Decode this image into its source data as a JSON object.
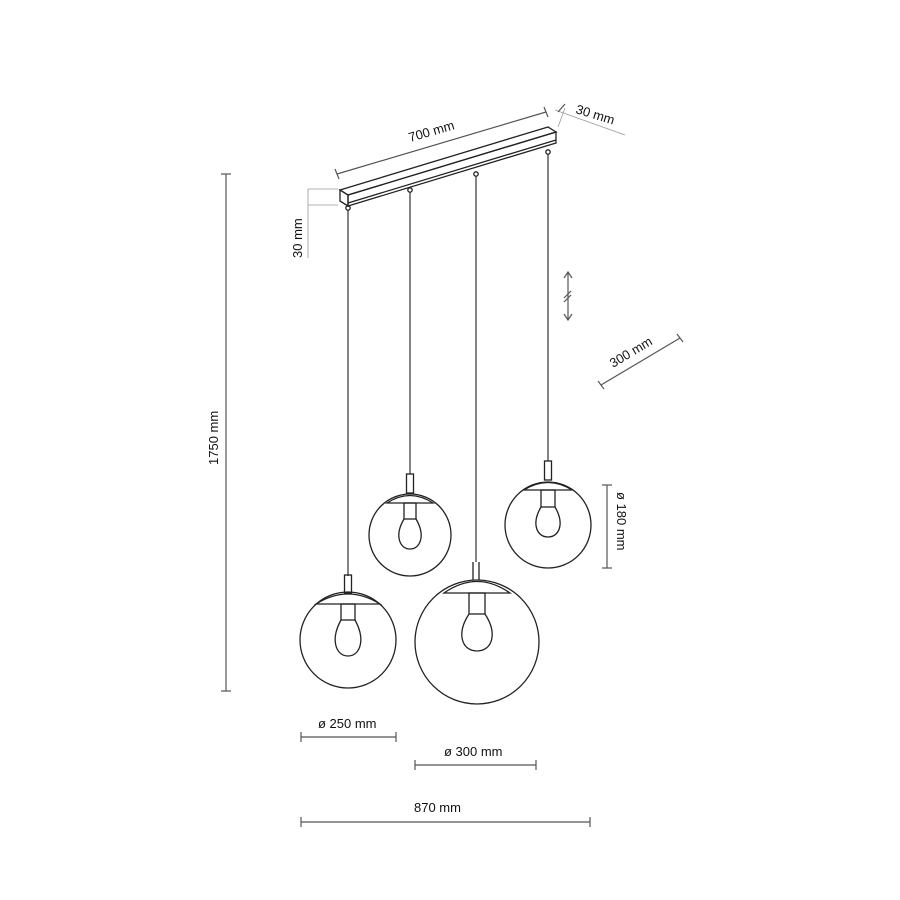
{
  "diagram": {
    "type": "technical drawing - 4-light pendant lamp with globe shades",
    "dimensions": {
      "rail_length": "700 mm",
      "rail_depth": "30 mm",
      "rail_height": "30 mm",
      "total_height": "1750 mm",
      "adjustable_cord": "300 mm",
      "small_globe_diameter": "ø 180 mm",
      "medium_globe_diameter": "ø 250 mm",
      "large_globe_diameter": "ø 300 mm",
      "total_width": "870 mm"
    },
    "pendants": [
      {
        "name": "pendant-left",
        "diameter": "ø 250 mm"
      },
      {
        "name": "pendant-middle-left",
        "diameter": "ø 180 mm"
      },
      {
        "name": "pendant-middle-right",
        "diameter": "ø 300 mm"
      },
      {
        "name": "pendant-right",
        "diameter": "ø 180 mm"
      }
    ],
    "icons": {
      "adjustable-height": "double-arrow with break marks"
    },
    "colors": {
      "line": "#222222",
      "dimension_line": "#555555",
      "background": "#ffffff"
    }
  }
}
